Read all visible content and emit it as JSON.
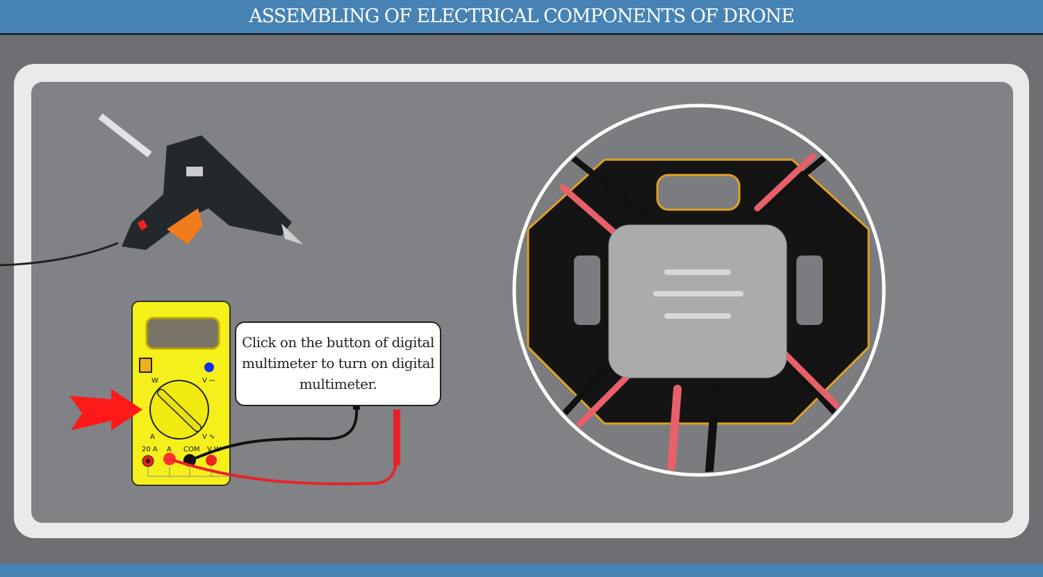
{
  "header": {
    "title": "ASSEMBLING OF ELECTRICAL COMPONENTS OF DRONE"
  },
  "instruction": {
    "text": "Click on the button of digital multimeter to turn on digital multimeter."
  },
  "multimeter": {
    "labels": {
      "w": "W",
      "v_dc": "V ⎓",
      "a": "A",
      "v_ac": "V ∿",
      "port_20a": "20 A",
      "port_a": "A",
      "port_com": "COM",
      "port_vw": "V W"
    }
  },
  "colors": {
    "header": "#4682b4",
    "multimeter": "#f5ef1c",
    "arrow": "#ff1a1a",
    "probe_red": "#e8222a"
  }
}
